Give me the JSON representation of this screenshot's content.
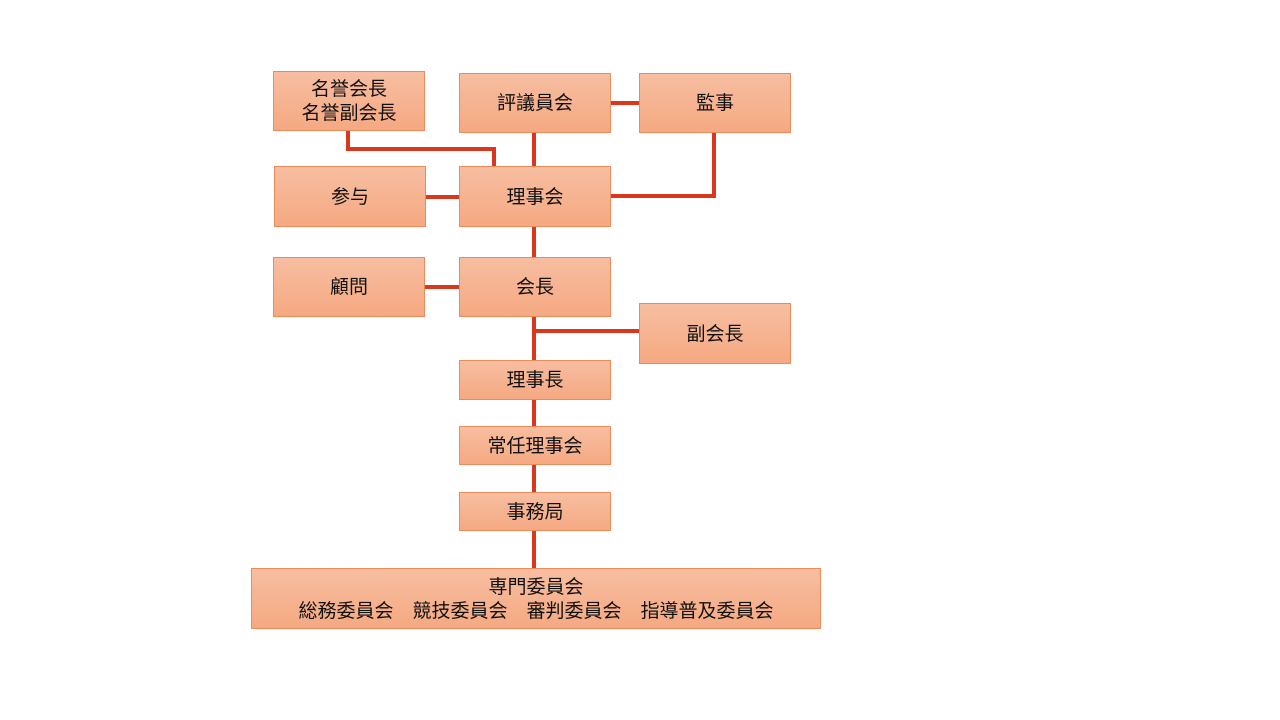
{
  "diagram": {
    "line_color": "#d9381e",
    "node_fill_top": "#f7bea1",
    "node_fill_bottom": "#f5a982",
    "node_border": "#ed8a5a",
    "nodes": {
      "honorary": {
        "line1": "名誉会長",
        "line2": "名誉副会長"
      },
      "councilors": {
        "label": "評議員会"
      },
      "auditor": {
        "label": "監事"
      },
      "counselor": {
        "label": "参与"
      },
      "board": {
        "label": "理事会"
      },
      "advisor": {
        "label": "顧問"
      },
      "president": {
        "label": "会長"
      },
      "vice_president": {
        "label": "副会長"
      },
      "chairman": {
        "label": "理事長"
      },
      "standing_board": {
        "label": "常任理事会"
      },
      "secretariat": {
        "label": "事務局"
      },
      "committees": {
        "title": "専門委員会",
        "members": "総務委員会　競技委員会　審判委員会　指導普及委員会"
      }
    }
  }
}
